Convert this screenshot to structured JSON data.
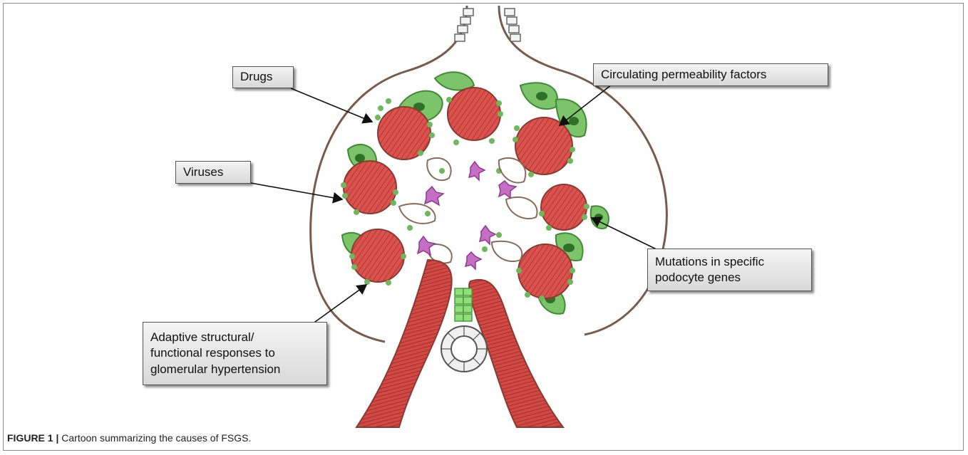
{
  "labels": {
    "drugs": "Drugs",
    "circulating": "Circulating permeability factors",
    "viruses": "Viruses",
    "mutations_line1": "Mutations in specific",
    "mutations_line2": "podocyte genes",
    "adaptive_line1": "Adaptive structural/",
    "adaptive_line2": "functional responses to",
    "adaptive_line3": "glomerular hypertension"
  },
  "caption": {
    "prefix": "FIGURE 1 |",
    "text": " Cartoon summarizing the causes of FSGS."
  }
}
